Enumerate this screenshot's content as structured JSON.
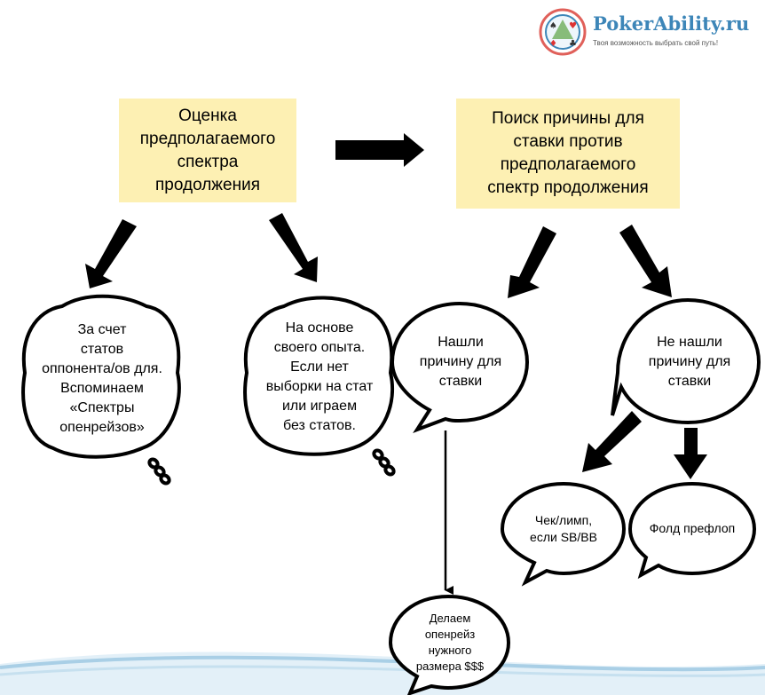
{
  "logo": {
    "name": "PokerAbility.ru",
    "tagline": "Твоя возможность выбрать свой путь!"
  },
  "boxes": {
    "left": {
      "lines": [
        "Оценка",
        "предполагаемого",
        "спектра",
        "продолжения"
      ]
    },
    "right": {
      "lines": [
        "Поиск причины для",
        "ставки против",
        "предполагаемого",
        "спектр продолжения"
      ]
    }
  },
  "bubbles": {
    "stats": {
      "lines": [
        "За счет",
        "статов",
        "оппонента/ов для.",
        "Вспоминаем",
        "«Спектры",
        "опенрейзов»"
      ]
    },
    "experience": {
      "lines": [
        "На основе",
        "своего опыта.",
        "Если нет",
        "выборки на стат",
        "или играем",
        "без статов."
      ]
    },
    "found": {
      "lines": [
        "Нашли",
        "причину для",
        "ставки"
      ]
    },
    "not_found": {
      "lines": [
        "Не нашли",
        "причину для",
        "ставки"
      ]
    },
    "check_limp": {
      "lines": [
        "Чек/лимп,",
        "если SB/BB"
      ]
    },
    "fold": {
      "lines": [
        "Фолд префлоп"
      ]
    },
    "openraise": {
      "lines": [
        "Делаем",
        "опенрейз",
        "нужного",
        "размера $$$"
      ]
    }
  },
  "colors": {
    "box_fill": "#fdf0b3",
    "logo_blue": "#3d86b8",
    "wave_blue": "#a9cfe6"
  }
}
